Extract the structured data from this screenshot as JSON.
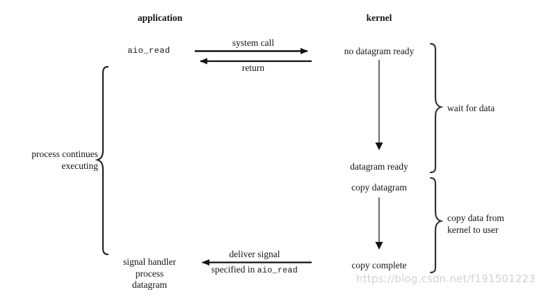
{
  "diagram": {
    "title_application": "application",
    "title_kernel": "kernel",
    "watermark": "https://blog.csdn.net/f191501223"
  },
  "application_side": {
    "call_label": "aio_read",
    "brace_label_line1": "process continues",
    "brace_label_line2": "executing",
    "bottom_line1": "signal handler",
    "bottom_line2": "process",
    "bottom_line3": "datagram"
  },
  "kernel_side": {
    "state_1": "no datagram ready",
    "state_2": "datagram ready",
    "state_3": "copy datagram",
    "state_4": "copy complete",
    "brace_wait_label": "wait for data",
    "brace_copy_label_line1": "copy data from",
    "brace_copy_label_line2": "kernel to user"
  },
  "arrows": {
    "system_call": "system call",
    "return": "return",
    "deliver_signal": "deliver signal",
    "specified_in_prefix": "specified in",
    "specified_in_fn": "aio_read"
  }
}
